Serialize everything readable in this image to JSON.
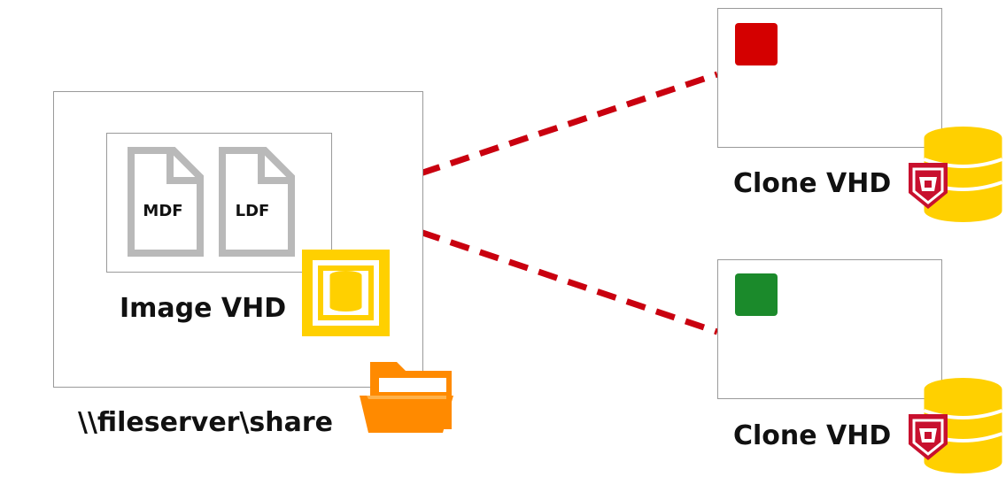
{
  "image": {
    "title": "Image VHD",
    "files": [
      {
        "label": "MDF"
      },
      {
        "label": "LDF"
      }
    ],
    "share_path": "\\\\fileserver\\share"
  },
  "clones": [
    {
      "title": "Clone VHD",
      "status_color": "#d40000"
    },
    {
      "title": "Clone VHD",
      "status_color": "#1b8a2b"
    }
  ],
  "colors": {
    "link_line": "#c9000f",
    "file_icon": "#b9b9b9",
    "database_gold": "#ffd000",
    "folder_orange": "#ff8a00",
    "badge_red": "#c8102e"
  },
  "icons": {
    "folder": "folder-icon",
    "image_db": "database-frame-icon",
    "clone_db": "database-stack-icon",
    "badge": "redgate-badge-icon"
  }
}
